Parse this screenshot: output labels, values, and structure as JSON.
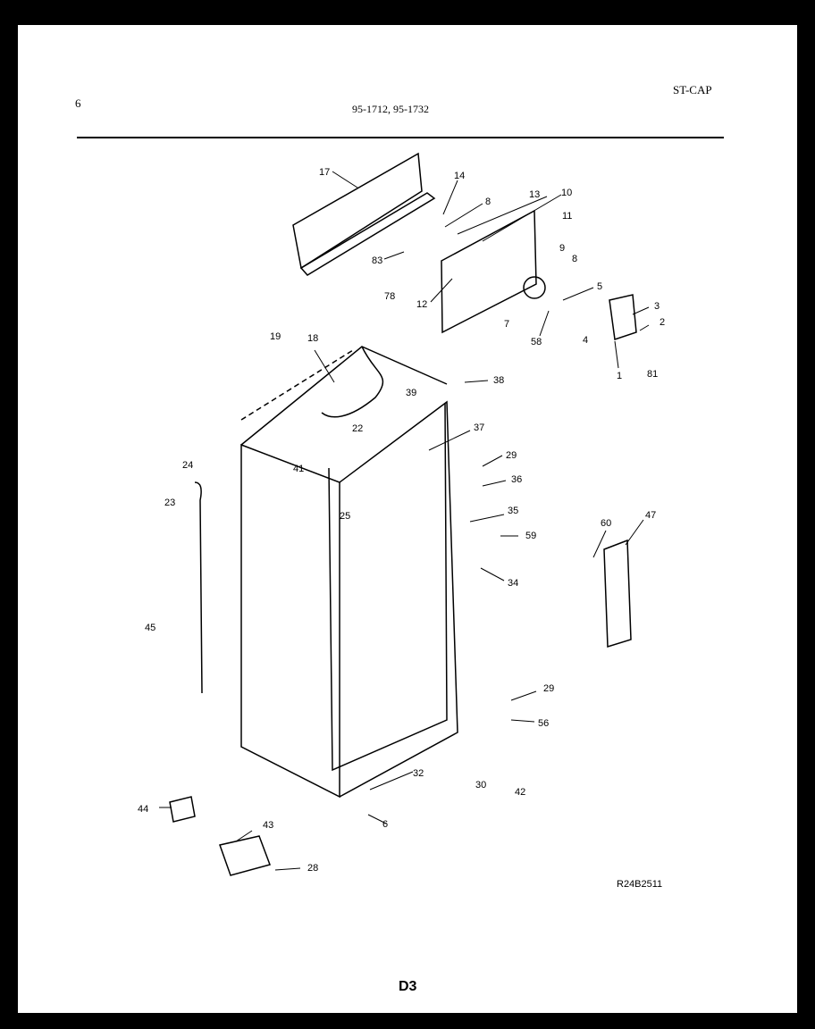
{
  "header": {
    "page_number": "6",
    "models": "95-1712, 95-1732",
    "section_code": "ST-CAP"
  },
  "diagram": {
    "reference_code": "R24B2511",
    "page_code": "D3",
    "part_labels": [
      "17",
      "14",
      "8",
      "13",
      "10",
      "11",
      "9",
      "8",
      "83",
      "78",
      "12",
      "5",
      "3",
      "2",
      "7",
      "58",
      "4",
      "1",
      "81",
      "19",
      "18",
      "38",
      "39",
      "22",
      "37",
      "24",
      "41",
      "29",
      "36",
      "23",
      "35",
      "59",
      "25",
      "60",
      "47",
      "34",
      "45",
      "29",
      "56",
      "32",
      "30",
      "42",
      "44",
      "43",
      "6",
      "28"
    ]
  }
}
